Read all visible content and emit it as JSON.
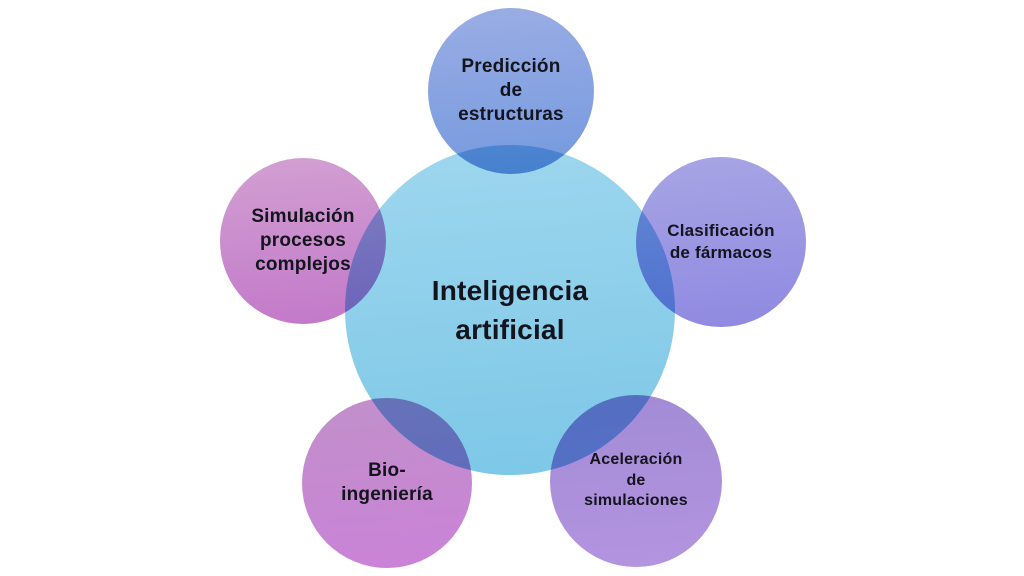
{
  "theme": {
    "background_color": "#ffffff",
    "text_color": "#14141e"
  },
  "diagram": {
    "center": {
      "label": "Inteligencia\nartificial",
      "fill_top": "#9ed7ee",
      "fill_bottom": "#7cc7e7"
    },
    "nodes": [
      {
        "id": "prediccion-de-estructuras",
        "label": "Predicción\nde\nestructuras",
        "fill_top": "#9bade5",
        "fill_bottom": "#7499de"
      },
      {
        "id": "clasificacion-de-farmacos",
        "label": "Clasificación\nde fármacos",
        "fill_top": "#a7a5e4",
        "fill_bottom": "#8f89e1"
      },
      {
        "id": "aceleracion-de-simulaciones",
        "label": "Aceleración\nde\nsimulaciones",
        "fill_top": "#a28bd4",
        "fill_bottom": "#b494e1"
      },
      {
        "id": "bio-ingenieria",
        "label": "Bio-\ningeniería",
        "fill_top": "#c190c9",
        "fill_bottom": "#ca82d8"
      },
      {
        "id": "simulacion-procesos-complejos",
        "label": "Simulación\nprocesos\ncomplejos",
        "fill_top": "#d2a0d2",
        "fill_bottom": "#c278c9"
      }
    ]
  }
}
